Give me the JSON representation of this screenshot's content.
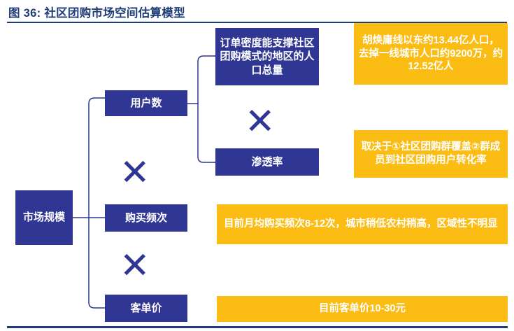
{
  "header": {
    "title": "图 36: 社区团购市场空间估算模型",
    "accent_color": "#1f3c77"
  },
  "theme": {
    "blue": "#2f3693",
    "orange": "#fbbc13",
    "text_on_fill": "#ffffff"
  },
  "diagram": {
    "type": "tree-formula",
    "root": {
      "label": "市场规模",
      "name": "market-size"
    },
    "operators": [
      {
        "symbol": "✕",
        "name": "multiply-user-penetration"
      },
      {
        "symbol": "✕",
        "name": "multiply-users-frequency"
      },
      {
        "symbol": "✕",
        "name": "multiply-frequency-price"
      }
    ],
    "factors": [
      {
        "label": "用户数",
        "name": "user-count",
        "sub_factors": [
          {
            "label": "订单密度能支撑社区团购模式的地区的人口总量",
            "name": "order-density-population",
            "note": "胡焕庸线以东约13.44亿人口，去掉一线城市人口约9200万，约12.52亿人",
            "note_name": "population-note"
          },
          {
            "label": "渗透率",
            "name": "penetration-rate",
            "note": "取决于①社区团购群覆盖②群成员到社区团购用户转化率",
            "note_name": "penetration-note"
          }
        ]
      },
      {
        "label": "购买频次",
        "name": "purchase-frequency",
        "note": "目前月均购买频次8-12次，城市稍低农村稍高，区域性不明显",
        "note_name": "frequency-note",
        "sub_factors": []
      },
      {
        "label": "客单价",
        "name": "average-order-value",
        "note": "目前客单价10-30元",
        "note_name": "price-note",
        "sub_factors": []
      }
    ]
  }
}
